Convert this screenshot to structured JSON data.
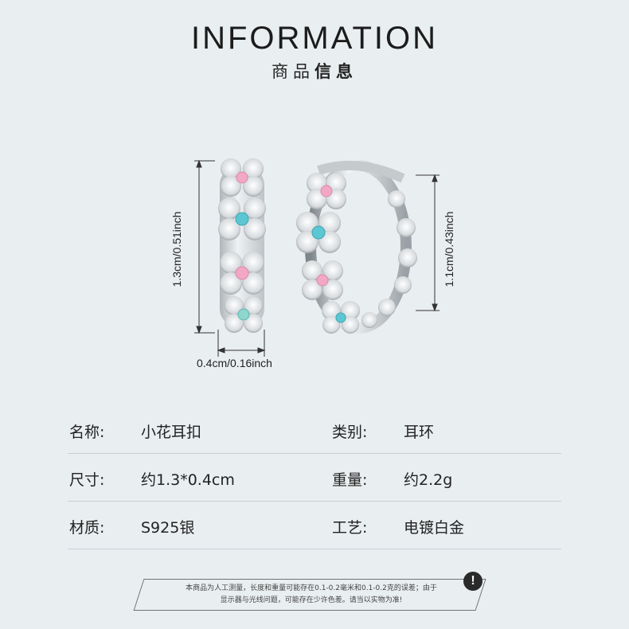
{
  "header": {
    "title": "INFORMATION",
    "subtitle_regular": "商品",
    "subtitle_bold": "信息"
  },
  "dimensions": {
    "height_left": "1.3cm/0.51inch",
    "height_right": "1.1cm/0.43inch",
    "width_bottom": "0.4cm/0.16inch"
  },
  "specs": [
    {
      "label1": "名称:",
      "value1": "小花耳扣",
      "label2": "类别:",
      "value2": "耳环"
    },
    {
      "label1": "尺寸:",
      "value1": "约1.3*0.4cm",
      "label2": "重量:",
      "value2": "约2.2g"
    },
    {
      "label1": "材质:",
      "value1": "S925银",
      "label2": "工艺:",
      "value2": "电镀白金"
    }
  ],
  "notice": {
    "line1": "本商品为人工测量，长度和重量可能存在0.1-0.2毫米和0.1-0.2克的误差；由于",
    "line2": "显示器与光线问题，可能存在少许色差。请当以实物为准!",
    "icon": "exclamation-icon"
  },
  "colors": {
    "background": "#e9eef0",
    "stone_pink": "#f2a7c3",
    "stone_blue": "#5cc7d3",
    "silver": "#d9dcde"
  }
}
